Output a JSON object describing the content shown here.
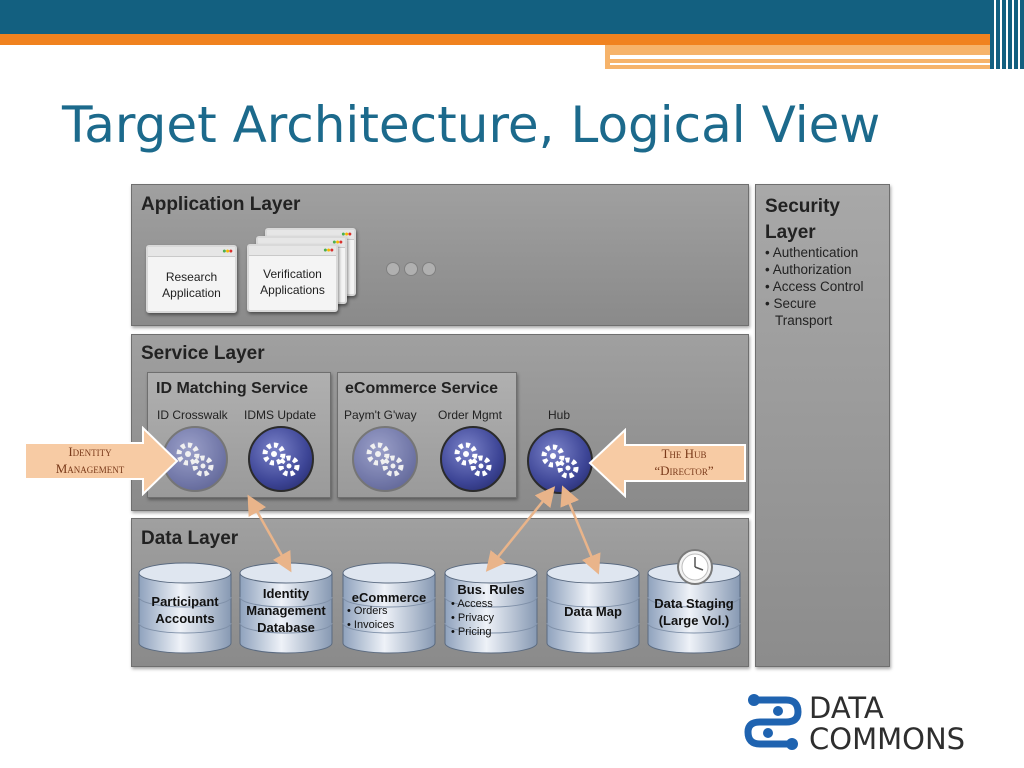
{
  "slide": {
    "title": "Target Architecture, Logical View"
  },
  "application_layer": {
    "title": "Application Layer",
    "apps": [
      {
        "label_line1": "Research",
        "label_line2": "Application"
      },
      {
        "label_line1": "Verification",
        "label_line2": "Applications"
      }
    ]
  },
  "service_layer": {
    "title": "Service Layer",
    "id_matching": {
      "title": "ID Matching Service",
      "items": [
        "ID Crosswalk",
        "IDMS Update"
      ]
    },
    "ecommerce": {
      "title": "eCommerce Service",
      "items": [
        "Paym't G'way",
        "Order Mgmt"
      ]
    },
    "hub": {
      "label": "Hub"
    }
  },
  "data_layer": {
    "title": "Data Layer",
    "stores": [
      {
        "line1": "Participant",
        "line2": "Accounts"
      },
      {
        "line1": "Identity",
        "line2": "Management",
        "line3": "Database"
      },
      {
        "title": "eCommerce",
        "items": [
          "Orders",
          "Invoices"
        ]
      },
      {
        "title": "Bus. Rules",
        "items": [
          "Access",
          "Privacy",
          "Pricing"
        ]
      },
      {
        "line1": "Data Map"
      },
      {
        "line1": "Data Staging",
        "line2": "(Large Vol.)"
      }
    ]
  },
  "security_layer": {
    "title_line1": "Security",
    "title_line2": "Layer",
    "items": [
      "Authentication",
      "Authorization",
      "Access Control",
      "Secure Transport"
    ]
  },
  "callouts": {
    "identity": {
      "line1": "Identity",
      "line2": "Management"
    },
    "hub": {
      "line1": "The Hub",
      "line2": "“Director”"
    }
  },
  "logo": {
    "line1": "DATA",
    "line2": "COMMONS"
  },
  "colors": {
    "header_blue": "#136080",
    "header_orange": "#f0821f",
    "title_blue": "#1c6a8c",
    "callout_fill": "#f6c9a0",
    "gear_blue": "#3d4596",
    "logo_blue": "#1f63b0"
  }
}
